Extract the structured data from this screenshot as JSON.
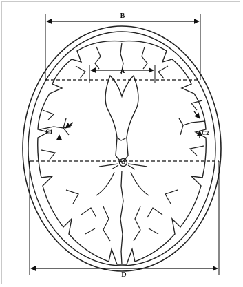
{
  "labels": {
    "A": "A",
    "B": "B",
    "C1": "C1",
    "C2": "C2",
    "D": "D"
  }
}
